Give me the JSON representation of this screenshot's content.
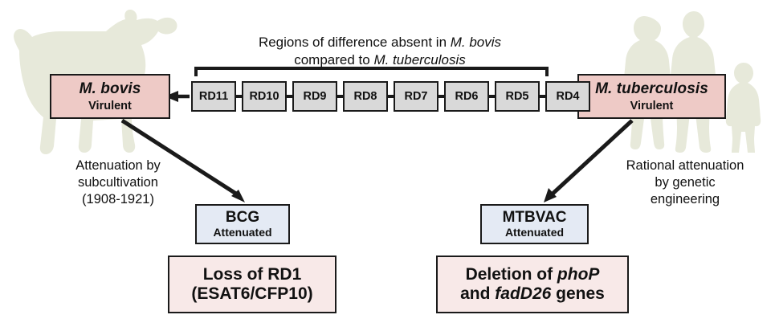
{
  "figure": {
    "rd_caption_line1_prefix": "Regions of difference absent in ",
    "rd_caption_line1_italic": "M. bovis",
    "rd_caption_line2_prefix": "compared to ",
    "rd_caption_line2_italic": "M. tuberculosis"
  },
  "species": {
    "bovis": {
      "name": "M. bovis",
      "state": "Virulent"
    },
    "tuberculosis": {
      "name": "M. tuberculosis",
      "state": "Virulent"
    }
  },
  "rd_regions": [
    {
      "label": "RD11"
    },
    {
      "label": "RD10"
    },
    {
      "label": "RD9"
    },
    {
      "label": "RD8"
    },
    {
      "label": "RD7"
    },
    {
      "label": "RD6"
    },
    {
      "label": "RD5"
    },
    {
      "label": "RD4"
    }
  ],
  "annotations": {
    "left": {
      "line1": "Attenuation by",
      "line2": "subcultivation",
      "line3": "(1908-1921)"
    },
    "right": {
      "line1": "Rational attenuation",
      "line2": "by genetic",
      "line3": "engineering"
    }
  },
  "vaccines": {
    "bcg": {
      "name": "BCG",
      "state": "Attenuated"
    },
    "mtbvac": {
      "name": "MTBVAC",
      "state": "Attenuated"
    }
  },
  "outcomes": {
    "bcg": {
      "line1": "Loss of RD1",
      "line2": "(ESAT6/CFP10)"
    },
    "mtbvac": {
      "line1_prefix": "Deletion of ",
      "line1_italic": "phoP",
      "line2_prefix": "and ",
      "line2_italic": "fadD26",
      "line2_suffix": " genes"
    }
  },
  "icons": {
    "cow": "cow-silhouette",
    "family": "family-silhouette"
  },
  "colors": {
    "species_box_fill": "#eecac6",
    "vaccine_box_fill": "#e4eaf4",
    "outcome_box_fill": "#f8e9e8",
    "rd_box_fill": "#d9d9d9",
    "silhouette_fill": "#e7e9da",
    "stroke": "#1a1a1a"
  }
}
